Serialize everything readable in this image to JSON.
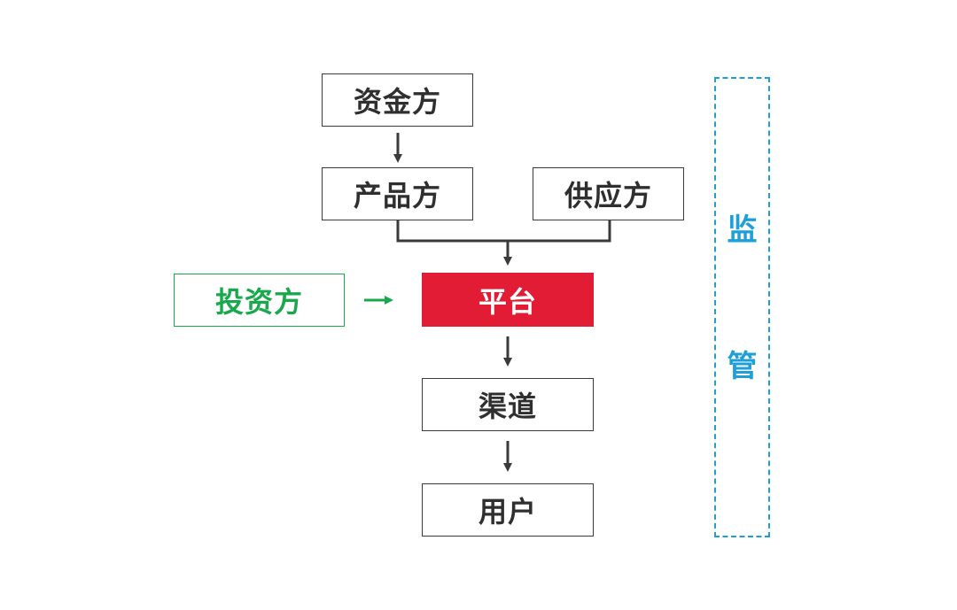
{
  "nodes": {
    "zijin": "资金方",
    "chanpin": "产品方",
    "gongying": "供应方",
    "touzi": "投资方",
    "pingtai": "平台",
    "qudao": "渠道",
    "yonghu": "用户"
  },
  "supervision": {
    "char1": "监",
    "char2": "管"
  },
  "colors": {
    "platform": "#e21c35",
    "investor": "#1aa84d",
    "supervision": "#1e9fd8",
    "line": "#3a3a3a"
  }
}
